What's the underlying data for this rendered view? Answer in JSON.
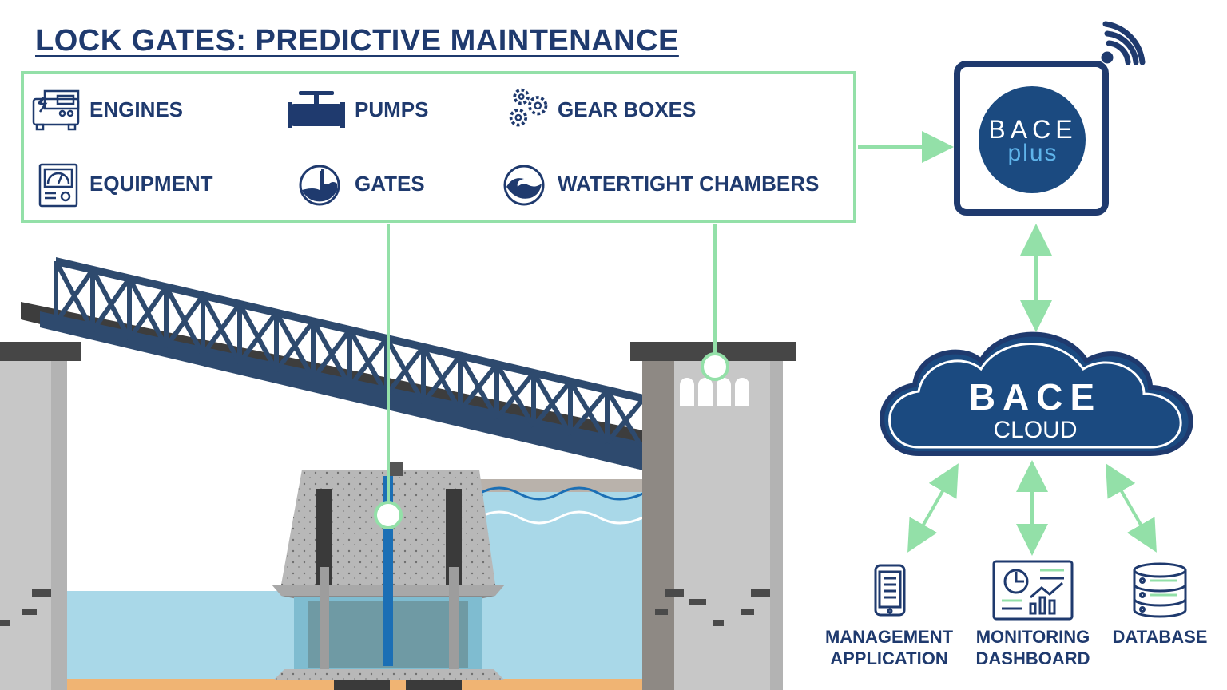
{
  "title": "LOCK GATES: PREDICTIVE MAINTENANCE",
  "components": [
    {
      "label": "ENGINES",
      "icon": "generator-icon"
    },
    {
      "label": "PUMPS",
      "icon": "pipe-valve-icon"
    },
    {
      "label": "GEAR BOXES",
      "icon": "gears-icon"
    },
    {
      "label": "EQUIPMENT",
      "icon": "gauge-panel-icon"
    },
    {
      "label": "GATES",
      "icon": "gate-water-icon"
    },
    {
      "label": "WATERTIGHT CHAMBERS",
      "icon": "wave-icon"
    }
  ],
  "device": {
    "brand": "BACE",
    "sub": "plus"
  },
  "cloud": {
    "brand": "BACE",
    "sub": "CLOUD"
  },
  "outputs": [
    {
      "line1": "MANAGEMENT",
      "line2": "APPLICATION",
      "icon": "mobile-app-icon"
    },
    {
      "line1": "MONITORING",
      "line2": "DASHBOARD",
      "icon": "dashboard-monitor-icon"
    },
    {
      "line1": "DATABASE",
      "line2": "",
      "icon": "database-icon"
    }
  ],
  "colors": {
    "navy": "#1f3a6e",
    "accent_green": "#93e0a8",
    "concrete": "#c7c7c7",
    "water": "#a9d8e8",
    "bace_blue": "#1b4a80"
  }
}
